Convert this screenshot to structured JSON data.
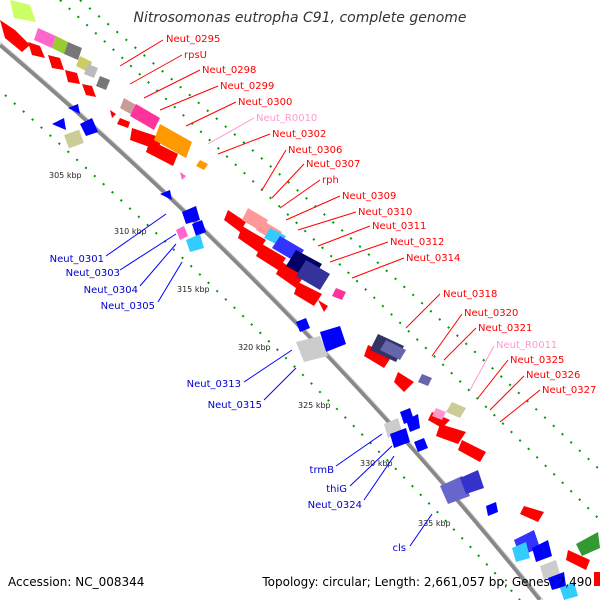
{
  "title": "Nitrosomonas eutropha C91, complete genome",
  "accession": "Accession: NC_008344",
  "topology": "Topology: circular; Length: 2,661,057 bp; Genes: 2,490",
  "colors": {
    "forward_gene": "#ff0000",
    "reverse_gene": "#0000ff",
    "rna": "#ff99cc",
    "backbone": "#888888",
    "tick_green": "#009900"
  },
  "ruler": [
    {
      "label": "305 kbp"
    },
    {
      "label": "310 kbp"
    },
    {
      "label": "315 kbp"
    },
    {
      "label": "320 kbp"
    },
    {
      "label": "325 kbp"
    },
    {
      "label": "330 kbp"
    },
    {
      "label": "335 kbp"
    }
  ],
  "forward_labels": [
    {
      "text": "Neut_0295"
    },
    {
      "text": "rpsU"
    },
    {
      "text": "Neut_0298"
    },
    {
      "text": "Neut_0299"
    },
    {
      "text": "Neut_0300"
    },
    {
      "text": "Neut_R0010"
    },
    {
      "text": "Neut_0302"
    },
    {
      "text": "Neut_0306"
    },
    {
      "text": "Neut_0307"
    },
    {
      "text": "rph"
    },
    {
      "text": "Neut_0309"
    },
    {
      "text": "Neut_0310"
    },
    {
      "text": "Neut_0311"
    },
    {
      "text": "Neut_0312"
    },
    {
      "text": "Neut_0314"
    },
    {
      "text": "Neut_0318"
    },
    {
      "text": "Neut_0320"
    },
    {
      "text": "Neut_0321"
    },
    {
      "text": "Neut_R0011"
    },
    {
      "text": "Neut_0325"
    },
    {
      "text": "Neut_0326"
    },
    {
      "text": "Neut_0327"
    }
  ],
  "reverse_labels": [
    {
      "text": "Neut_0301"
    },
    {
      "text": "Neut_0303"
    },
    {
      "text": "Neut_0304"
    },
    {
      "text": "Neut_0305"
    },
    {
      "text": "Neut_0313"
    },
    {
      "text": "Neut_0315"
    },
    {
      "text": "trmB"
    },
    {
      "text": "thiG"
    },
    {
      "text": "Neut_0324"
    },
    {
      "text": "cls"
    }
  ]
}
